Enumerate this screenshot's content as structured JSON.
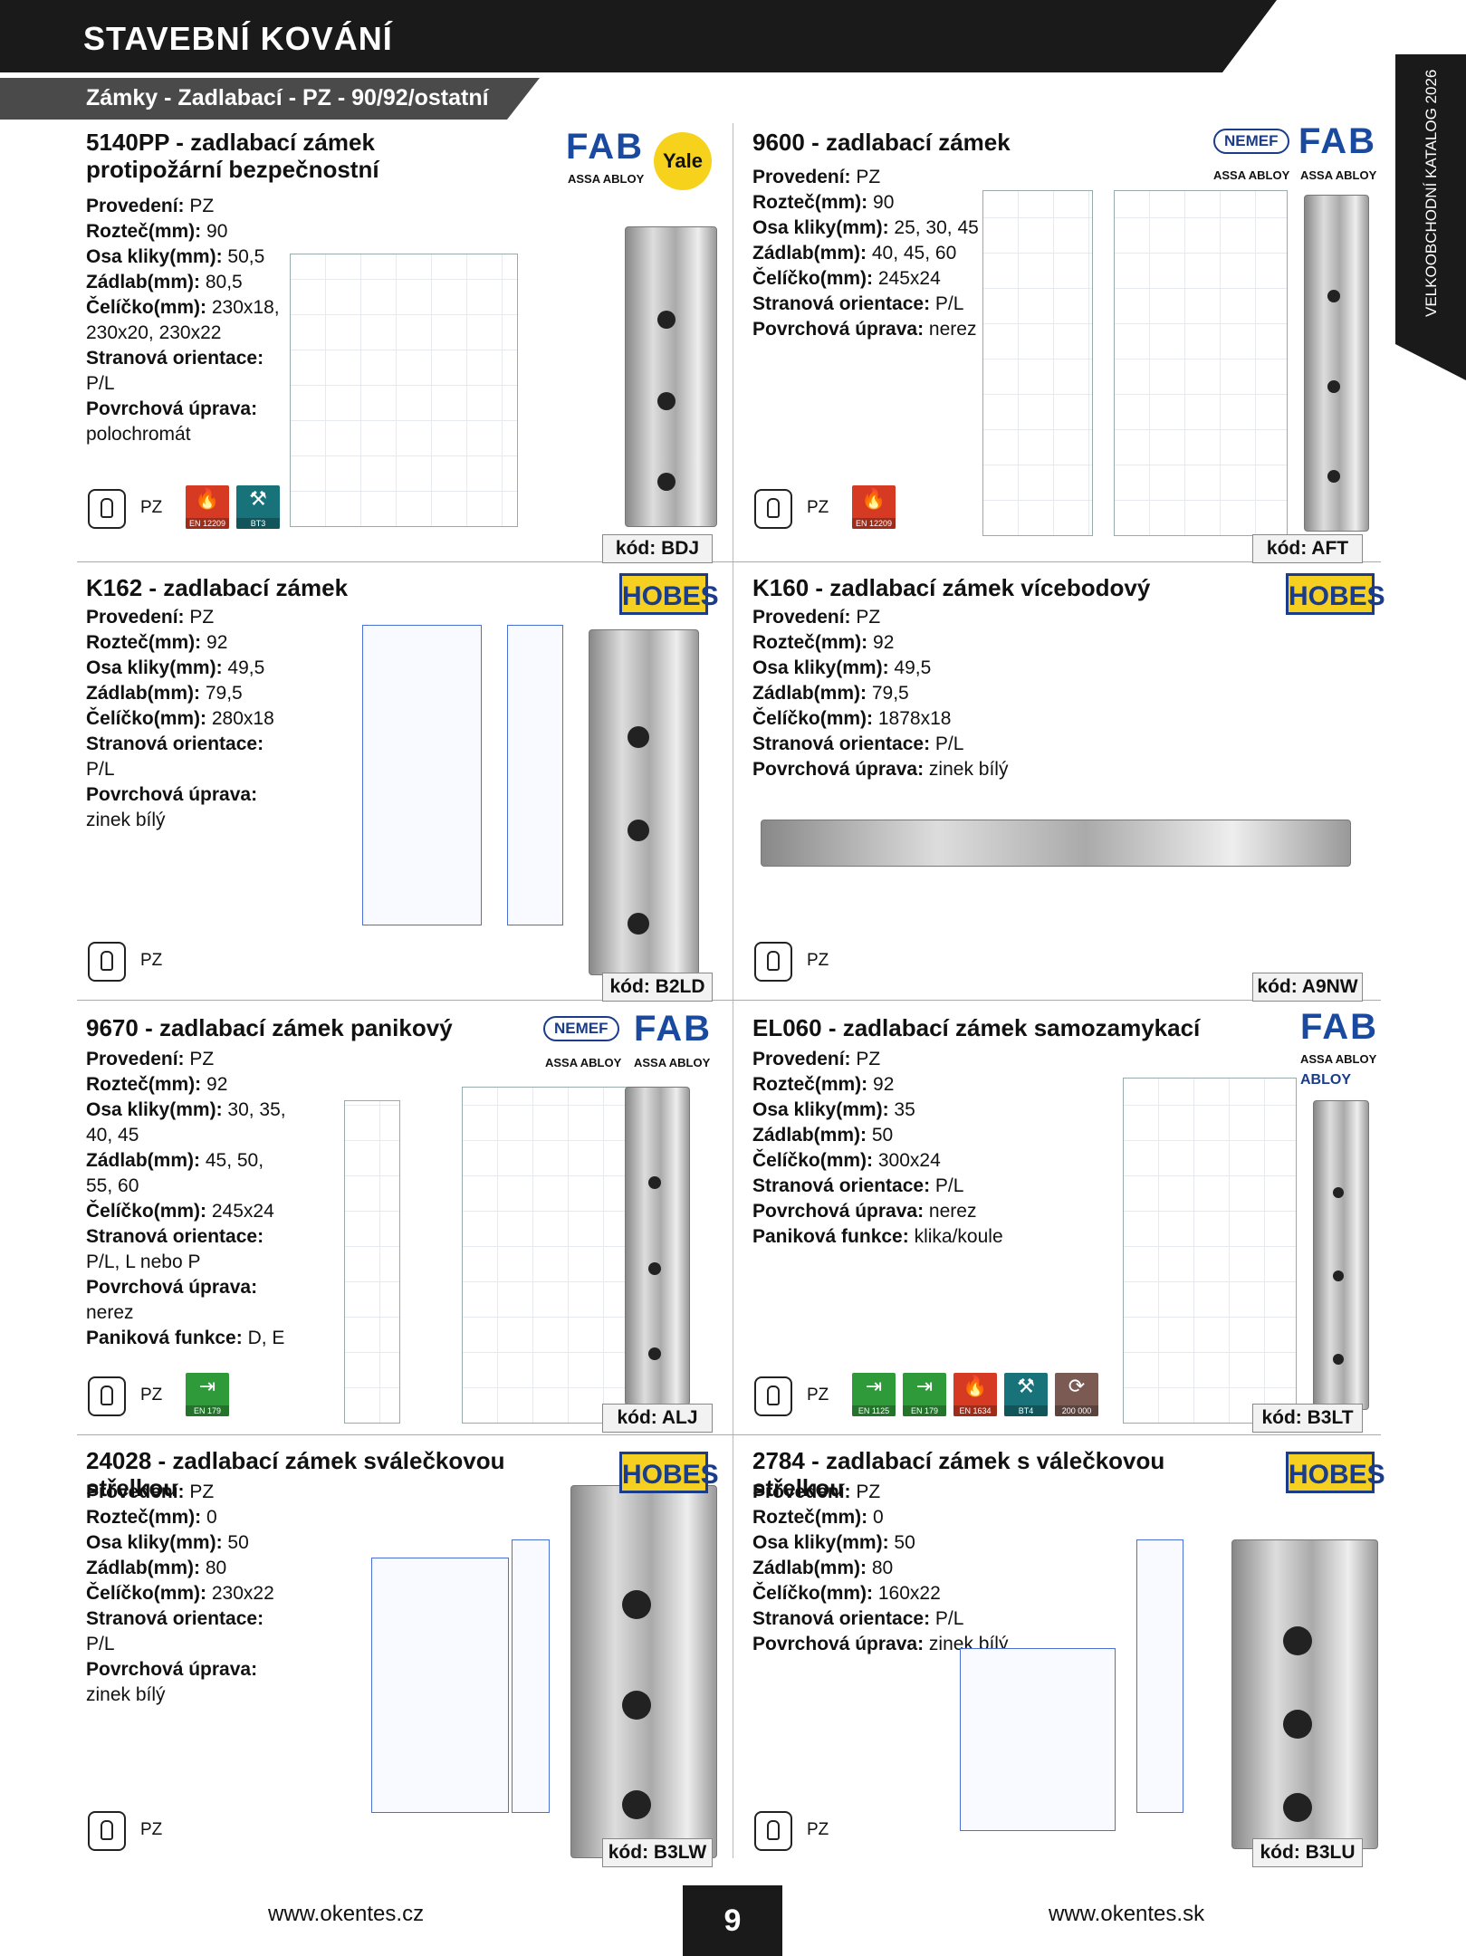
{
  "header": {
    "title": "STAVEBNÍ KOVÁNÍ",
    "subtitle": "Zámky - Zadlabací - PZ - 90/92/ostatní",
    "side_label": "VELKOOBCHODNÍ KATALOG 2026"
  },
  "pz_label": "PZ",
  "products": [
    {
      "title": "5140PP - zadlabací zámek protipožární bezpečnostní",
      "specs": [
        [
          "Provedení:",
          "PZ"
        ],
        [
          "Rozteč(mm):",
          "90"
        ],
        [
          "Osa kliky(mm):",
          "50,5"
        ],
        [
          "Zádlab(mm):",
          "80,5"
        ],
        [
          "Čelíčko(mm):",
          "230x18, 230x20, 230x22"
        ],
        [
          "Stranová orientace:",
          "P/L"
        ],
        [
          "Povrchová úprava:",
          "polochromát"
        ]
      ],
      "code": "kód: BDJ",
      "certs": [
        {
          "label": "EN 12209",
          "color": "#d63a22",
          "sym": "🔥"
        },
        {
          "label": "BT3",
          "color": "#17727a",
          "sym": "⚒"
        }
      ]
    },
    {
      "title": "9600 - zadlabací zámek",
      "specs": [
        [
          "Provedení:",
          "PZ"
        ],
        [
          "Rozteč(mm):",
          "90"
        ],
        [
          "Osa kliky(mm):",
          "25, 30, 45"
        ],
        [
          "Zádlab(mm):",
          "40, 45, 60"
        ],
        [
          "Čelíčko(mm):",
          "245x24"
        ],
        [
          "Stranová orientace:",
          "P/L"
        ],
        [
          "Povrchová úprava:",
          "nerez"
        ]
      ],
      "code": "kód: AFT",
      "certs": [
        {
          "label": "EN 12209",
          "color": "#d63a22",
          "sym": "🔥"
        }
      ]
    },
    {
      "title": "K162 - zadlabací zámek",
      "specs": [
        [
          "Provedení:",
          "PZ"
        ],
        [
          "Rozteč(mm):",
          "92"
        ],
        [
          "Osa kliky(mm):",
          "49,5"
        ],
        [
          "Zádlab(mm):",
          "79,5"
        ],
        [
          "Čelíčko(mm):",
          "280x18"
        ],
        [
          "Stranová orientace:",
          "P/L"
        ],
        [
          "Povrchová úprava:",
          "zinek bílý"
        ]
      ],
      "code": "kód: B2LD",
      "certs": []
    },
    {
      "title": "K160 - zadlabací zámek vícebodový",
      "specs": [
        [
          "Provedení:",
          "PZ"
        ],
        [
          "Rozteč(mm):",
          "92"
        ],
        [
          "Osa kliky(mm):",
          "49,5"
        ],
        [
          "Zádlab(mm):",
          "79,5"
        ],
        [
          "Čelíčko(mm):",
          "1878x18"
        ],
        [
          "Stranová orientace:",
          "P/L"
        ],
        [
          "Povrchová úprava:",
          "zinek bílý"
        ]
      ],
      "code": "kód: A9NW",
      "certs": []
    },
    {
      "title": "9670 - zadlabací zámek panikový",
      "specs": [
        [
          "Provedení:",
          "PZ"
        ],
        [
          "Rozteč(mm):",
          "92"
        ],
        [
          "Osa kliky(mm):",
          "30, 35, 40, 45"
        ],
        [
          "Zádlab(mm):",
          "45, 50, 55, 60"
        ],
        [
          "Čelíčko(mm):",
          "245x24"
        ],
        [
          "Stranová orientace:",
          "P/L, L nebo P"
        ],
        [
          "Povrchová úprava:",
          "nerez"
        ],
        [
          "Paniková funkce:",
          "D, E"
        ]
      ],
      "code": "kód: ALJ",
      "certs": [
        {
          "label": "EN 179",
          "color": "#2f9a3a",
          "sym": "⇥"
        }
      ]
    },
    {
      "title": "EL060 - zadlabací zámek samozamykací",
      "specs": [
        [
          "Provedení:",
          "PZ"
        ],
        [
          "Rozteč(mm):",
          "92"
        ],
        [
          "Osa kliky(mm):",
          "35"
        ],
        [
          "Zádlab(mm):",
          "50"
        ],
        [
          "Čelíčko(mm):",
          "300x24"
        ],
        [
          "Stranová orientace:",
          "P/L"
        ],
        [
          "Povrchová úprava:",
          "nerez"
        ],
        [
          "Paniková funkce:",
          "klika/koule"
        ]
      ],
      "code": "kód: B3LT",
      "certs": [
        {
          "label": "EN 1125",
          "color": "#2f9a3a",
          "sym": "⇥"
        },
        {
          "label": "EN 179",
          "color": "#2f9a3a",
          "sym": "⇥"
        },
        {
          "label": "EN 1634",
          "color": "#d63a22",
          "sym": "🔥"
        },
        {
          "label": "BT4",
          "color": "#17727a",
          "sym": "⚒"
        },
        {
          "label": "200 000",
          "color": "#7a5a52",
          "sym": "⟳"
        }
      ]
    },
    {
      "title": "24028 - zadlabací zámek sválečkovou střelkou",
      "specs": [
        [
          "Provedení:",
          "PZ"
        ],
        [
          "Rozteč(mm):",
          "0"
        ],
        [
          "Osa kliky(mm):",
          "50"
        ],
        [
          "Zádlab(mm):",
          "80"
        ],
        [
          "Čelíčko(mm):",
          "230x22"
        ],
        [
          "Stranová orientace:",
          "P/L"
        ],
        [
          "Povrchová úprava:",
          "zinek bílý"
        ]
      ],
      "code": "kód: B3LW",
      "certs": []
    },
    {
      "title": "2784 - zadlabací zámek s válečkovou střelkou",
      "specs": [
        [
          "Provedení:",
          "PZ"
        ],
        [
          "Rozteč(mm):",
          "0"
        ],
        [
          "Osa kliky(mm):",
          "50"
        ],
        [
          "Zádlab(mm):",
          "80"
        ],
        [
          "Čelíčko(mm):",
          "160x22"
        ],
        [
          "Stranová orientace:",
          "P/L"
        ],
        [
          "Povrchová úprava:",
          "zinek bílý"
        ]
      ],
      "code": "kód: B3LU",
      "certs": []
    }
  ],
  "brands": {
    "fab": "FAB",
    "assa": "ASSA ABLOY",
    "yale": "Yale",
    "hobes": "HOBES",
    "nemef": "NEMEF",
    "abloy": "ABLOY"
  },
  "footer": {
    "left": "www.okentes.cz",
    "right": "www.okentes.sk",
    "page": "9"
  }
}
